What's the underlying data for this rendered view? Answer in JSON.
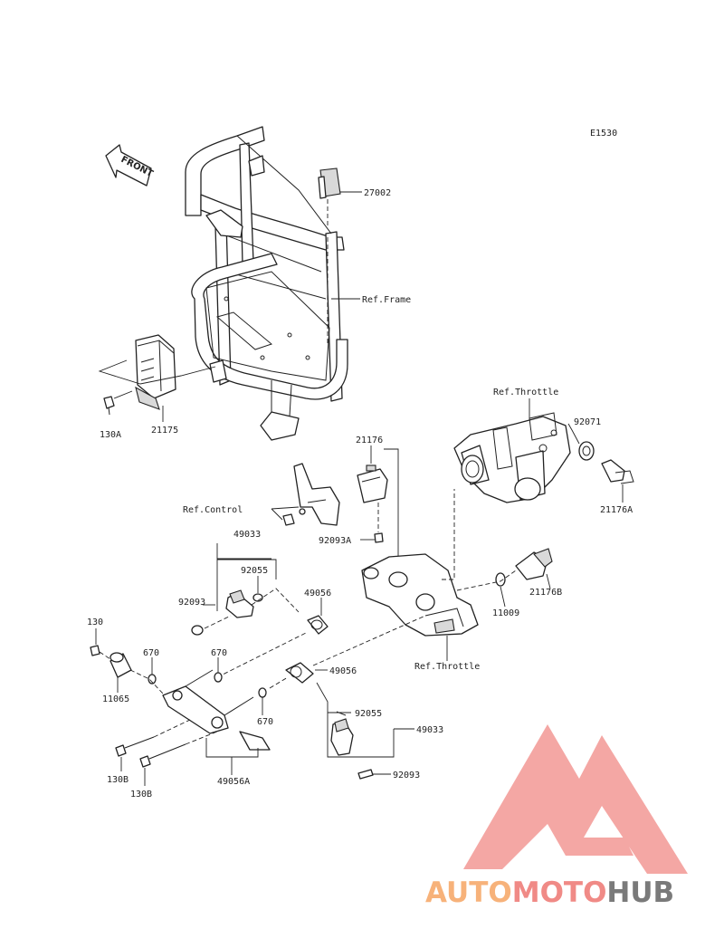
{
  "diagram": {
    "code": "E1530",
    "front_label": "FRONT",
    "refs": {
      "frame": "Ref.Frame",
      "throttle_top": "Ref.Throttle",
      "control": "Ref.Control",
      "throttle_bottom": "Ref.Throttle"
    },
    "parts": {
      "p27002": "27002",
      "p21175": "21175",
      "p130A": "130A",
      "p21176": "21176",
      "p92071": "92071",
      "p21176A": "21176A",
      "p92093A": "92093A",
      "p49033_top": "49033",
      "p92055_top": "92055",
      "p92093_top": "92093",
      "p49056_top": "49056",
      "p21176B": "21176B",
      "p11009": "11009",
      "p130": "130",
      "p670_a": "670",
      "p670_b": "670",
      "p11065": "11065",
      "p49056_mid": "49056",
      "p670_c": "670",
      "p92055_bot": "92055",
      "p49033_bot": "49033",
      "p130B_a": "130B",
      "p130B_b": "130B",
      "p49056A": "49056A",
      "p92093_bot": "92093"
    }
  },
  "watermark": {
    "part1": "AUTO",
    "part2": "MOTO",
    "part3": "HUB",
    "color_orange": "#f7b27a",
    "color_pink": "#f08a86",
    "color_gray": "#7a7a7a"
  }
}
